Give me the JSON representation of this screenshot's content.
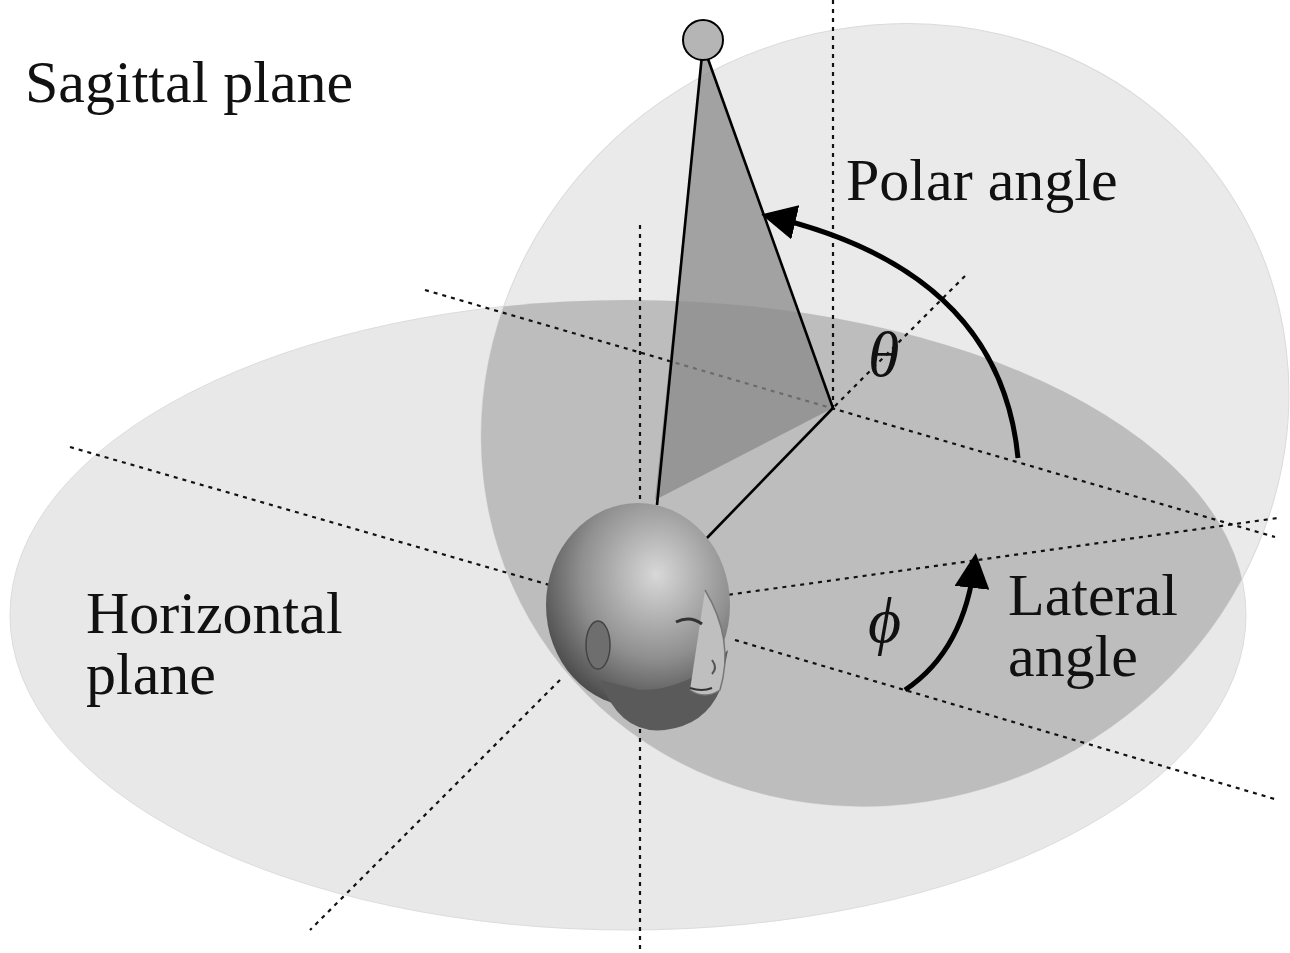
{
  "diagram": {
    "labels": [
      "Sagittal plane",
      "Polar angle",
      "θ",
      "Horizontal plane",
      "ϕ",
      "Lateral angle"
    ]
  }
}
